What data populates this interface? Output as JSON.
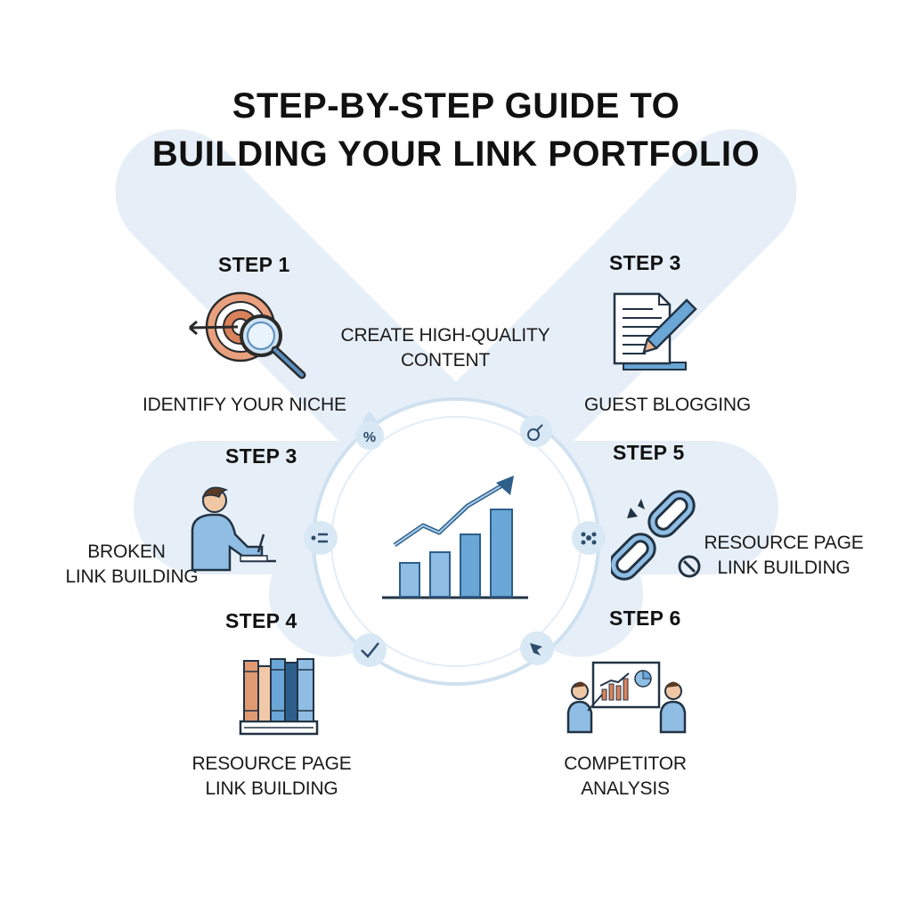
{
  "title": {
    "line1": "STEP-BY-STEP GUIDE TO",
    "line2": "BUILDING YOUR LINK PORTFOLIO"
  },
  "steps": {
    "top_left": {
      "step": "STEP 1",
      "caption_line1": "IDENTIFY YOUR NICHE",
      "icon": "target-magnifier-icon"
    },
    "top_center": {
      "caption_line1": "CREATE HIGH-QUALITY",
      "caption_line2": "CONTENT"
    },
    "top_right": {
      "step": "STEP 3",
      "caption_line1": "GUEST BLOGGING",
      "icon": "document-pen-icon"
    },
    "mid_left": {
      "step": "STEP 3",
      "caption_line1": "BROKEN",
      "caption_line2": "LINK BUILDING",
      "icon": "person-writing-icon"
    },
    "mid_right": {
      "step": "STEP 5",
      "caption_line1": "RESOURCE PAGE",
      "caption_line2": "LINK BUILDING",
      "icon": "broken-chain-icon"
    },
    "bottom_left": {
      "step": "STEP 4",
      "caption_line1": "RESOURCE PAGE",
      "caption_line2": "LINK BUILDING",
      "icon": "books-icon"
    },
    "bottom_right": {
      "step": "STEP 6",
      "caption_line1": "COMPETITOR",
      "caption_line2": "ANALYSIS",
      "icon": "presentation-chart-icon"
    }
  },
  "center": {
    "icon": "growth-bar-chart-icon"
  },
  "colors": {
    "band": "#e4eef7",
    "ring": "#cfe0ef",
    "accent_blue": "#6aa6d6",
    "dark_blue": "#2d5f8a",
    "orange": "#d9825b",
    "navy": "#223344"
  }
}
